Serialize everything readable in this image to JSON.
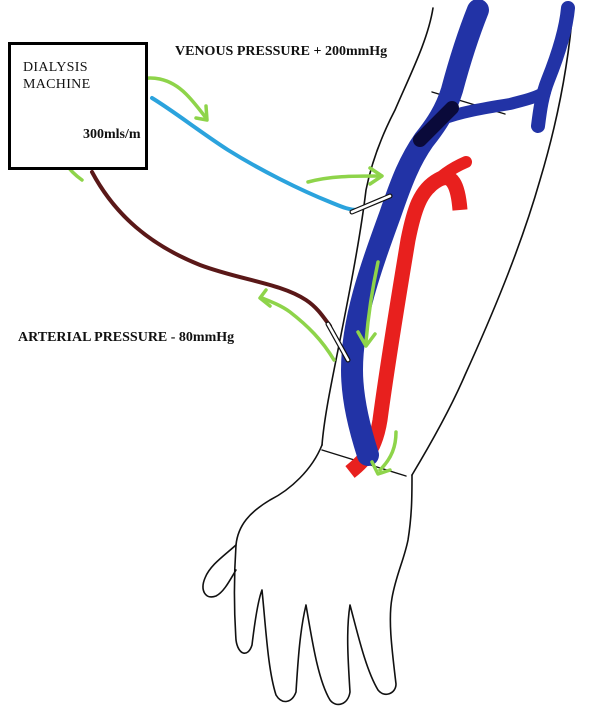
{
  "dialysis_machine": {
    "title_line1": "DIALYSIS",
    "title_line2": "MACHINE",
    "flow_rate": "300mls/m"
  },
  "labels": {
    "venous_pressure": "VENOUS PRESSURE + 200mmHg",
    "arterial_pressure": "ARTERIAL PRESSURE - 80mmHg"
  },
  "colors": {
    "vein": "#2233a6",
    "artery": "#e8201e",
    "venous_line": "#2ba3dd",
    "arterial_line": "#5a1818",
    "flow_arrow": "#8ed44a",
    "outline": "#111111"
  }
}
